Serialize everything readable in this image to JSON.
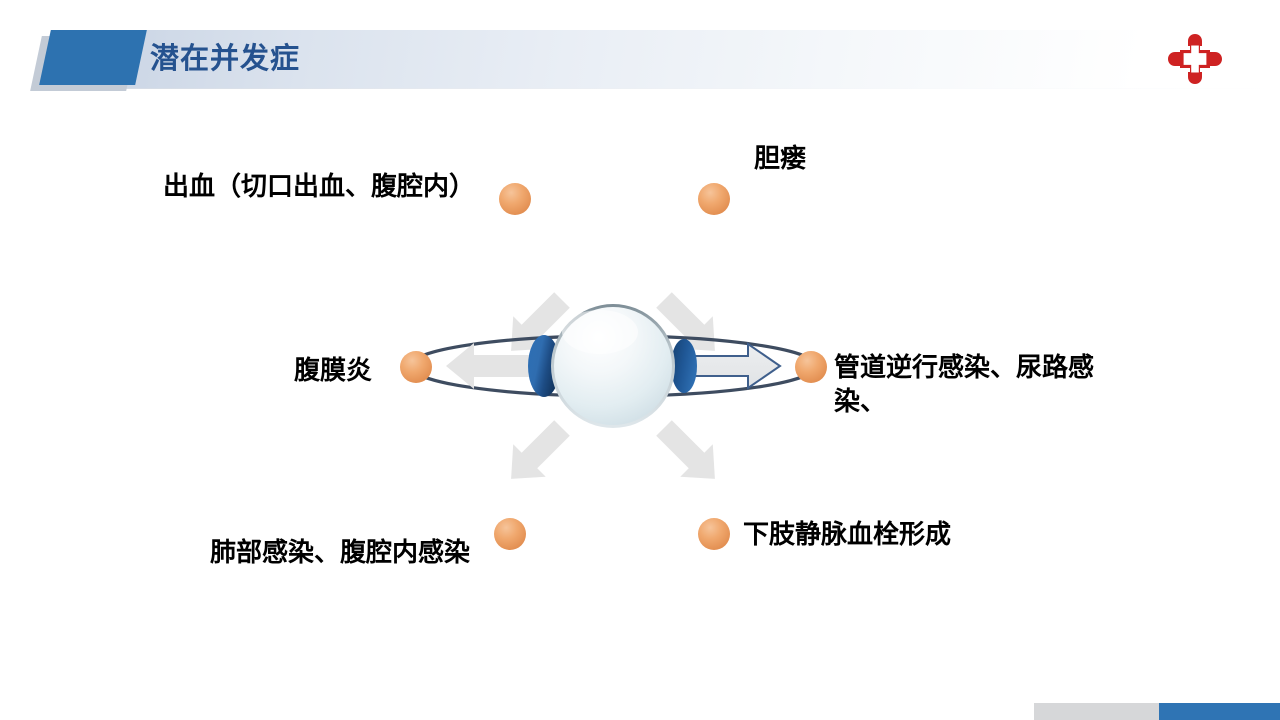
{
  "header": {
    "title": "潜在并发症",
    "logo_icon": "red-medical-cross-logo",
    "accent_color": "#2d72b0",
    "title_color": "#25528f"
  },
  "diagram": {
    "type": "radial-hub-and-spoke",
    "hub_icon": "glossy-sphere-with-orbit-ring",
    "node_color": "#ef9b5f",
    "arrow_color": "#e3e3e3",
    "ring_color": "#3b4a60",
    "nodes": [
      {
        "id": "bleeding",
        "label": "出血（切口出血、腹腔内）",
        "direction": "upper-left"
      },
      {
        "id": "bile-leak",
        "label": "胆瘘",
        "direction": "upper-right"
      },
      {
        "id": "peritonitis",
        "label": "腹膜炎",
        "direction": "left"
      },
      {
        "id": "catheter-infection",
        "label": "管道逆行感染、尿路感\n染、",
        "direction": "right"
      },
      {
        "id": "lung-abdominal-infection",
        "label": "肺部感染、腹腔内感染",
        "direction": "lower-left"
      },
      {
        "id": "dvt",
        "label": "下肢静脉血栓形成",
        "direction": "lower-right"
      }
    ]
  },
  "footer": {
    "gray_color": "#d6d7d9",
    "blue_color": "#2f74b4"
  }
}
